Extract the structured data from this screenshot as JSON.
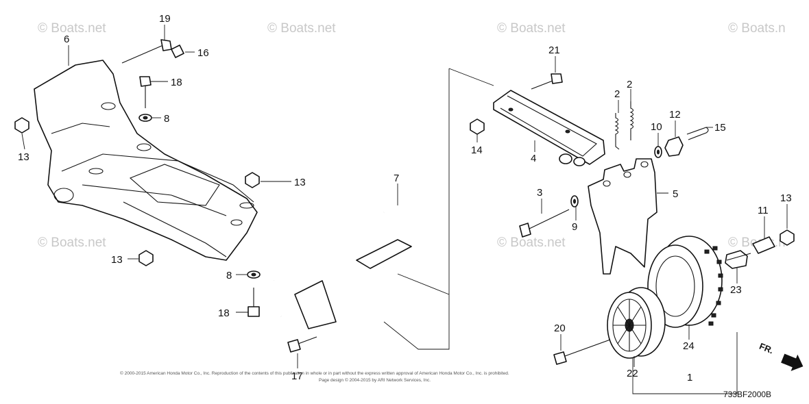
{
  "watermarks": [
    "© Boats.net",
    "© Boats.net",
    "© Boats.net",
    "© Boats.n",
    "© Boats.net",
    "© Boats.net",
    "© Boats.n"
  ],
  "callouts": [
    "19",
    "6",
    "16",
    "18",
    "8",
    "13",
    "13",
    "13",
    "8",
    "18",
    "17",
    "7",
    "21",
    "14",
    "4",
    "2",
    "2",
    "10",
    "12",
    "15",
    "3",
    "5",
    "9",
    "11",
    "13",
    "23",
    "20",
    "22",
    "24",
    "1"
  ],
  "copyright_line1": "© 2000-2015 American Honda Motor Co., Inc. Reproduction of the contents of this publication in whole or in part without the express written approval of American Honda Motor Co., Inc. is prohibited.",
  "copyright_line2": "Page design © 2004-2015 by ARI Network Services, Inc.",
  "diagram_code": "733BF2000B",
  "direction_label": "FR."
}
